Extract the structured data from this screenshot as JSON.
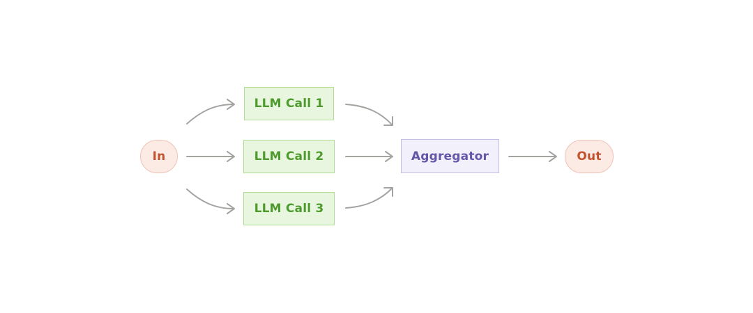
{
  "colors": {
    "arrow": "#a3a3a0",
    "pill_bg": "#fcebe5",
    "pill_border": "#eec2b4",
    "pill_text": "#c4532f",
    "llm_bg": "#e9f6df",
    "llm_border": "#b3dc97",
    "llm_text": "#4d9a2d",
    "agg_bg": "#f1f0fb",
    "agg_border": "#c3bde6",
    "agg_text": "#6456a8"
  },
  "nodes": {
    "input": "In",
    "llm_call_1": "LLM Call 1",
    "llm_call_2": "LLM Call 2",
    "llm_call_3": "LLM Call 3",
    "aggregator": "Aggregator",
    "output": "Out"
  }
}
